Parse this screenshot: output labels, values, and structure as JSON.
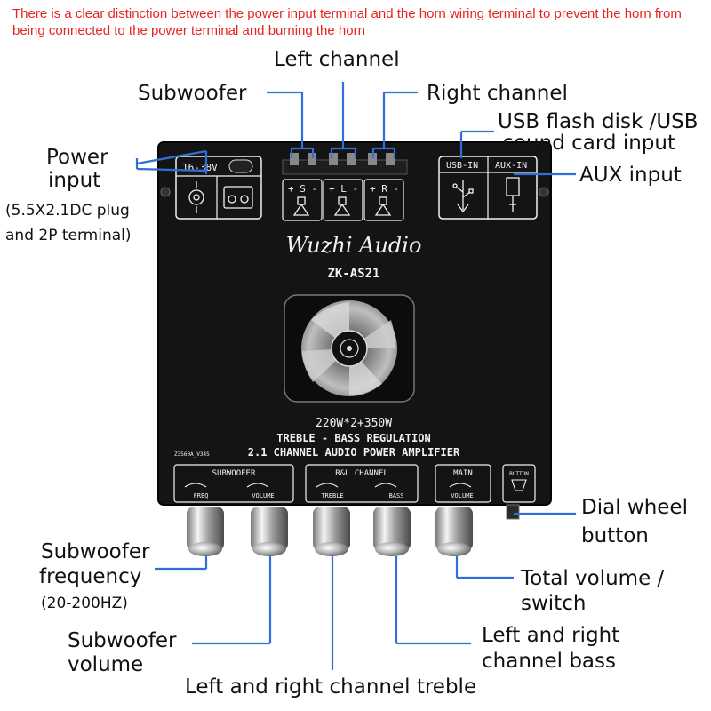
{
  "warning": "There is a clear distinction between the power input terminal and the horn wiring terminal to prevent the horn from being connected to the power terminal and burning the horn",
  "labels": {
    "left_channel": "Left channel",
    "subwoofer": "Subwoofer",
    "right_channel": "Right channel",
    "usb_line1": "USB flash disk /USB",
    "usb_line2": "sound card input",
    "power_line1": "Power",
    "power_line2": "input",
    "power_note1": "(5.5X2.1DC plug",
    "power_note2": "and 2P terminal)",
    "aux_input": "AUX input",
    "dial_line1": "Dial wheel",
    "dial_line2": "button",
    "sub_freq_line1": "Subwoofer",
    "sub_freq_line2": "frequency",
    "sub_freq_note": "(20-200HZ)",
    "total_vol_line1": "Total volume /",
    "total_vol_line2": "switch",
    "sub_vol_line1": "Subwoofer",
    "sub_vol_line2": "volume",
    "lr_bass_line1": "Left and right",
    "lr_bass_line2": "channel bass",
    "lr_treble": "Left and right channel treble"
  },
  "board": {
    "voltage": "16-38V",
    "brand": "Wuzhi Audio",
    "model": "ZK-AS21",
    "power_rating": "220W*2+350W",
    "line2": "TREBLE - BASS REGULATION",
    "line3": "2.1 CHANNEL AUDIO POWER AMPLIFIER",
    "pcb_code": "Z3560A_V345",
    "usb_in": "USB-IN",
    "aux_in": "AUX-IN",
    "term_s": "+ S -",
    "term_l": "+ L -",
    "term_r": "+ R -",
    "group_subwoofer": "SUBWOOFER",
    "group_rl": "R&L CHANNEL",
    "group_main": "MAIN",
    "button_label": "BUTTON",
    "knob_freq": "FREQ",
    "knob_volume": "VOLUME",
    "knob_treble": "TREBLE",
    "knob_bass": "BASS",
    "knob_main_volume": "VOLUME"
  },
  "colors": {
    "callout_line": "#2f6fd6",
    "warning_text": "#e8231f",
    "board": "#151515"
  }
}
